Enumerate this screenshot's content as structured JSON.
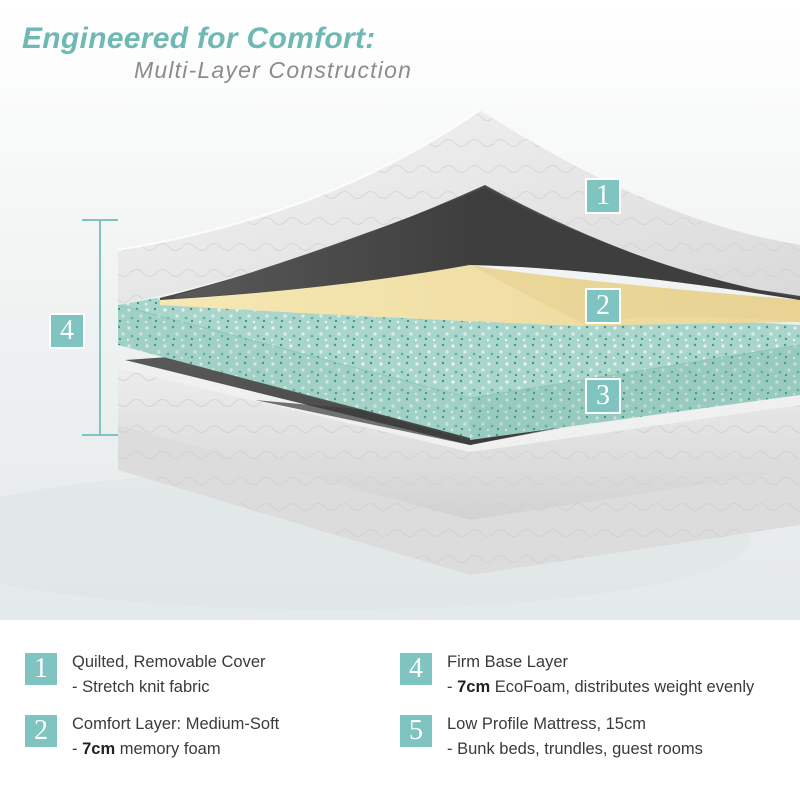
{
  "header": {
    "title": "Engineered for Comfort:",
    "subtitle": "Multi-Layer Construction"
  },
  "diagram_badges": {
    "cover": "1",
    "comfort": "2",
    "base": "3",
    "height": "4"
  },
  "legend": {
    "items": [
      {
        "number": "1",
        "title": "Quilted, Removable Cover",
        "detail_prefix": "- ",
        "detail_bold": "",
        "detail": "Stretch knit fabric"
      },
      {
        "number": "2",
        "title": "Comfort Layer: Medium-Soft",
        "detail_prefix": "- ",
        "detail_bold": "7cm",
        "detail": " memory foam"
      },
      {
        "number": "4",
        "title": "Firm Base Layer",
        "detail_prefix": "- ",
        "detail_bold": "7cm",
        "detail": " EcoFoam, distributes weight evenly"
      },
      {
        "number": "5",
        "title": "Low Profile Mattress, 15cm",
        "detail_prefix": "- ",
        "detail_bold": "",
        "detail": "Bunk beds, trundles, guest rooms"
      }
    ]
  },
  "colors": {
    "accent": "#7fc4c0",
    "title": "#6fb8b4",
    "subtitle": "#8c8c8c",
    "memory_foam": "#f2e2a8",
    "base_foam": "#9fd0c6",
    "liner": "#444444",
    "cover": "#e6e6e6"
  }
}
